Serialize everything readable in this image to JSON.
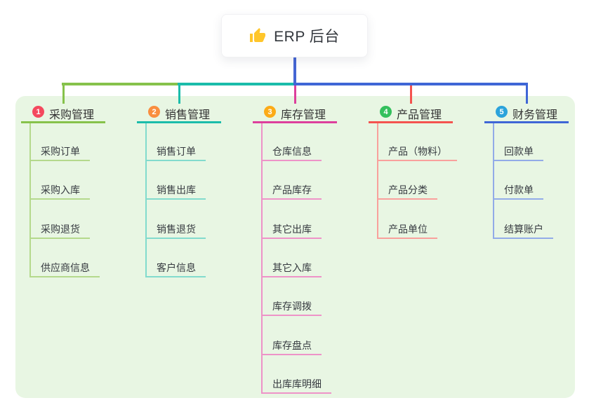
{
  "root": {
    "label": "ERP 后台",
    "icon": "thumbs-up-icon",
    "icon_color": "#ffc62b",
    "connector_color": "#4566d4"
  },
  "panel": {
    "background": "#e8f6e3"
  },
  "text_color": "#333333",
  "branches": [
    {
      "num": "1",
      "label": "采购管理",
      "badge_color": "#f4495e",
      "line_color": "#86c24b",
      "child_line_color": "#b4d98c",
      "children": [
        "采购订单",
        "采购入库",
        "采购退货",
        "供应商信息"
      ]
    },
    {
      "num": "2",
      "label": "销售管理",
      "badge_color": "#f98e3f",
      "line_color": "#1bbcaa",
      "child_line_color": "#82dbcd",
      "children": [
        "销售订单",
        "销售出库",
        "销售退货",
        "客户信息"
      ]
    },
    {
      "num": "3",
      "label": "库存管理",
      "badge_color": "#fcab18",
      "line_color": "#dd3f9c",
      "child_line_color": "#ee93c8",
      "children": [
        "仓库信息",
        "产品库存",
        "其它出库",
        "其它入库",
        "库存调拨",
        "库存盘点",
        "出库库明细"
      ]
    },
    {
      "num": "4",
      "label": "产品管理",
      "badge_color": "#33c05c",
      "line_color": "#f4534f",
      "child_line_color": "#f9a09c",
      "children": [
        "产品（物料）",
        "产品分类",
        "产品单位"
      ]
    },
    {
      "num": "5",
      "label": "财务管理",
      "badge_color": "#2ba3db",
      "line_color": "#3f66d6",
      "child_line_color": "#92abe8",
      "children": [
        "回款单",
        "付款单",
        "结算账户"
      ]
    }
  ]
}
